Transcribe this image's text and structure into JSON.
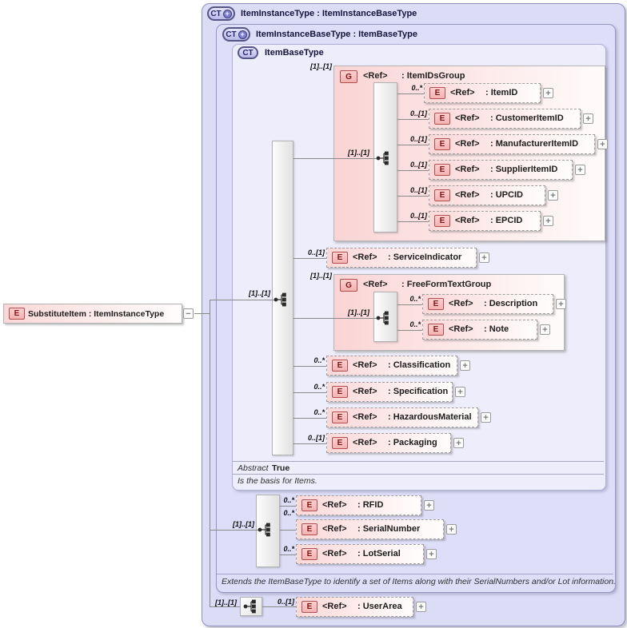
{
  "root_element": {
    "badge": "E",
    "label": "SubstituteItem : ItemInstanceType"
  },
  "containers": {
    "item_instance_type": {
      "badge": "CT",
      "title": "ItemInstanceType : ItemInstanceBaseType"
    },
    "item_instance_base_type": {
      "badge": "CT",
      "title": "ItemInstanceBaseType : ItemBaseType",
      "annotation": "Extends the ItemBaseType to identify a set of Items along with their SerialNumbers and/or Lot information."
    },
    "item_base_type": {
      "badge": "CT",
      "title": "ItemBaseType",
      "abstract_label": "Abstract",
      "abstract_value": "True",
      "annotation": "Is the basis for Items."
    }
  },
  "compositors": {
    "item_base_seq_card": "[1]..[1]",
    "item_ids_seq_card": "[1]..[1]",
    "free_form_seq_card": "[1]..[1]",
    "instance_base_seq_card": "[1]..[1]",
    "instance_seq_card": "[1]..[1]"
  },
  "groups": {
    "item_ids_group": {
      "badge": "G",
      "ref": "<Ref>",
      "name": ": ItemIDsGroup",
      "card": "[1]..[1]"
    },
    "free_form_text_group": {
      "badge": "G",
      "ref": "<Ref>",
      "name": ": FreeFormTextGroup",
      "card": "[1]..[1]"
    }
  },
  "elements": {
    "item_id": {
      "badge": "E",
      "ref": "<Ref>",
      "name": ": ItemID",
      "card": "0..*"
    },
    "customer_item_id": {
      "badge": "E",
      "ref": "<Ref>",
      "name": ": CustomerItemID",
      "card": "0..[1]"
    },
    "manufacturer_item_id": {
      "badge": "E",
      "ref": "<Ref>",
      "name": ": ManufacturerItemID",
      "card": "0..[1]"
    },
    "supplier_item_id": {
      "badge": "E",
      "ref": "<Ref>",
      "name": ": SupplierItemID",
      "card": "0..[1]"
    },
    "upcid": {
      "badge": "E",
      "ref": "<Ref>",
      "name": ": UPCID",
      "card": "0..[1]"
    },
    "epcid": {
      "badge": "E",
      "ref": "<Ref>",
      "name": ": EPCID",
      "card": "0..[1]"
    },
    "service_indicator": {
      "badge": "E",
      "ref": "<Ref>",
      "name": ": ServiceIndicator",
      "card": "0..[1]"
    },
    "description": {
      "badge": "E",
      "ref": "<Ref>",
      "name": ": Description",
      "card": "0..*"
    },
    "note": {
      "badge": "E",
      "ref": "<Ref>",
      "name": ": Note",
      "card": "0..*"
    },
    "classification": {
      "badge": "E",
      "ref": "<Ref>",
      "name": ": Classification",
      "card": "0..*"
    },
    "specification": {
      "badge": "E",
      "ref": "<Ref>",
      "name": ": Specification",
      "card": "0..*"
    },
    "hazardous_material": {
      "badge": "E",
      "ref": "<Ref>",
      "name": ": HazardousMaterial",
      "card": "0..*"
    },
    "packaging": {
      "badge": "E",
      "ref": "<Ref>",
      "name": ": Packaging",
      "card": "0..[1]"
    },
    "rfid": {
      "badge": "E",
      "ref": "<Ref>",
      "name": ": RFID",
      "card": "0..*"
    },
    "serial_number": {
      "badge": "E",
      "ref": "<Ref>",
      "name": ": SerialNumber",
      "card": "0..*"
    },
    "lot_serial": {
      "badge": "E",
      "ref": "<Ref>",
      "name": ": LotSerial",
      "card": "0..*"
    },
    "user_area": {
      "badge": "E",
      "ref": "<Ref>",
      "name": ": UserArea",
      "card": "0..[1]"
    }
  },
  "icons": {
    "expand": "+",
    "collapse": "−",
    "ct_plus": "+"
  },
  "colors": {
    "container_fill": "#dcdcf7",
    "container_border": "#8f8fbf",
    "group_pink": "#fad4d4",
    "badge_red_border": "#b04f4f",
    "badge_red_text": "#7d1717",
    "connector": "#8a8a8a"
  }
}
